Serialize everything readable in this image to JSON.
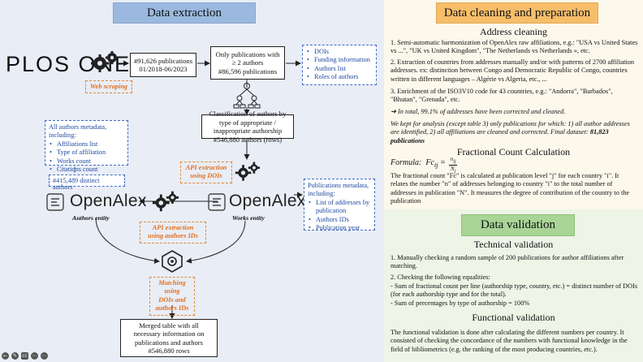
{
  "extraction": {
    "title": "Data extraction",
    "plos_logo": "PLOS ONE",
    "web_scraping": "Web scraping",
    "publications_box": [
      "#91,626 publications",
      "01/2018-06/2023"
    ],
    "filter_box": [
      "Only publications with",
      "≥ 2 authors",
      "#86,596 publications"
    ],
    "metadata_list": [
      "DOIs",
      "Funding information",
      "Authors list",
      "Roles of authors"
    ],
    "classification_box": [
      "Classification of authors by",
      "type of appropriate /",
      "inappropriate authorship",
      "#546,880 authors (rows)"
    ],
    "api_dois": [
      "API extraction",
      "using DOIs"
    ],
    "authors_meta_title": [
      "All authors metadata, including:"
    ],
    "authors_meta_list": [
      "Affiliations list",
      "Type of affiliation",
      "Works count",
      "Citations count"
    ],
    "distinct_authors": "#415,489 distinct authors",
    "openalex_label": "OpenAlex",
    "authors_entity": "Authors entity",
    "works_entity": "Works entity",
    "pub_meta_title": [
      "Publications metadata,",
      "including:"
    ],
    "pub_meta_list": [
      "List of addresses by publication",
      "Authors IDs",
      "Publication year"
    ],
    "api_authors": [
      "API extraction",
      "using authors IDs"
    ],
    "matching": [
      "Matching using",
      "DOIs and",
      "authors IDs"
    ],
    "merged_box": [
      "Merged table with all",
      "necessary information on",
      "publications and authors",
      "#546,880 rows"
    ]
  },
  "cleaning": {
    "title": "Data cleaning and preparation",
    "subtitle": "Address cleaning",
    "p1": "1. Semi-automatic harmonization of OpenAlex raw affiliations, e.g.: \"USA vs United States vs ...\", \"UK vs United Kingdom\", \"The Netherlands vs Netherlands », etc.",
    "p2": "2. Extraction of countries from addresses manually and/or with patterns of 2700 affiliation addresses. ex: distinction between Congo and Democratic Republic of Congo, countries written in different languages – Algérie vs Algeria, etc., ...",
    "p3": "3. Enrichment of the ISO3V10 code for 43 countries, e.g.: \"Andorra\", \"Barbados\", \"Bhutan\", \"Grenada\", etc.",
    "total": "In total, 99.1% of addresses have been corrected and cleaned.",
    "kept_a": "We kept for analysis (except table 3) only publications for which: 1) all author addresses are identified, 2) all affiliations are cleaned and corrected. Final dataset: ",
    "kept_b": "81,823 publications",
    "fractional_title": "Fractional Count Calculation",
    "formula_label": "Formula:",
    "fc_text": "The fractional count \"Fc\" is calculated at publication level \"j\" for each country \"i\". It relates the number \"n\" of addresses belonging to country \"i\" to the total number of addresses in publication \"N\". It measures the degree of contribution of the country to the publication"
  },
  "validation": {
    "title": "Data validation",
    "technical_title": "Technical validation",
    "t1": "1. Manually checking a random sample of 200 publications for author affiliations after matching.",
    "t2": "2. Checking the following equalities:",
    "t3": "- Sum of fractional count per line (authorship type, country, etc.) = distinct number of DOIs (for each authorship type and for the total).",
    "t4": "- Sum of percentages by type of authorship = 100%",
    "functional_title": "Functional validation",
    "f1": "The functional validation is done after calculating the different numbers per country. It consisted of checking the concordance of the numbers with functional knowledge in the field of bibliometrics (e.g. the ranking of the most producing countries, etc.)."
  },
  "toolbar": [
    "back",
    "edit",
    "cc",
    "more",
    "more2"
  ],
  "colors": {
    "extraction": "#9bb9df",
    "cleaning": "#f7be6a",
    "validation": "#a9d597",
    "dashed_blue": "#3d6cc4",
    "orange": "#e07020"
  }
}
